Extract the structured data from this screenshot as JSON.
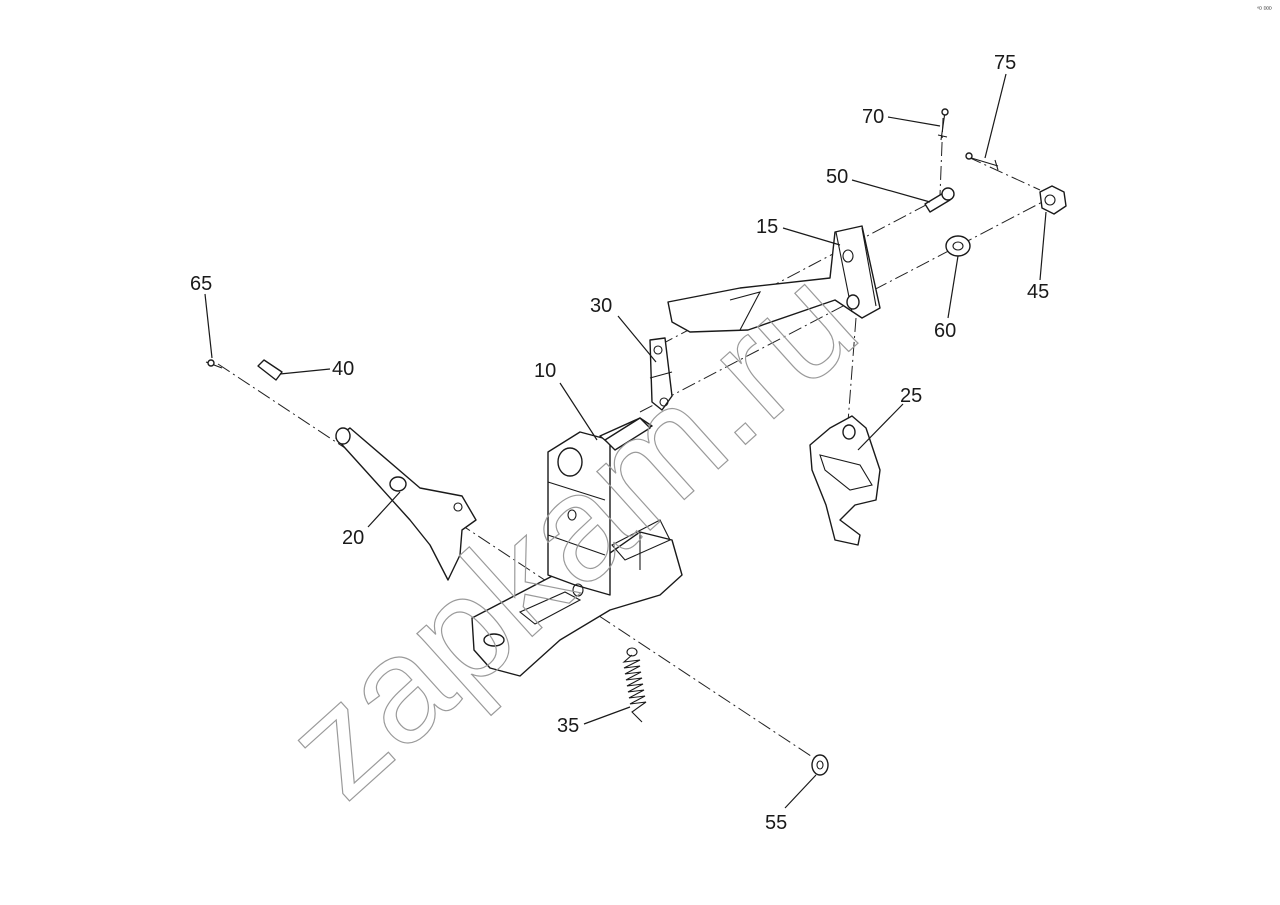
{
  "watermark": "zapkam.ru",
  "corner_mark": "°ᴰ ᴰᴰᴰ",
  "callouts": [
    {
      "id": "10",
      "label": "10"
    },
    {
      "id": "15",
      "label": "15"
    },
    {
      "id": "20",
      "label": "20"
    },
    {
      "id": "25",
      "label": "25"
    },
    {
      "id": "30",
      "label": "30"
    },
    {
      "id": "35",
      "label": "35"
    },
    {
      "id": "40",
      "label": "40"
    },
    {
      "id": "45",
      "label": "45"
    },
    {
      "id": "50",
      "label": "50"
    },
    {
      "id": "55",
      "label": "55"
    },
    {
      "id": "60",
      "label": "60"
    },
    {
      "id": "65",
      "label": "65"
    },
    {
      "id": "70",
      "label": "70"
    },
    {
      "id": "75",
      "label": "75"
    }
  ]
}
